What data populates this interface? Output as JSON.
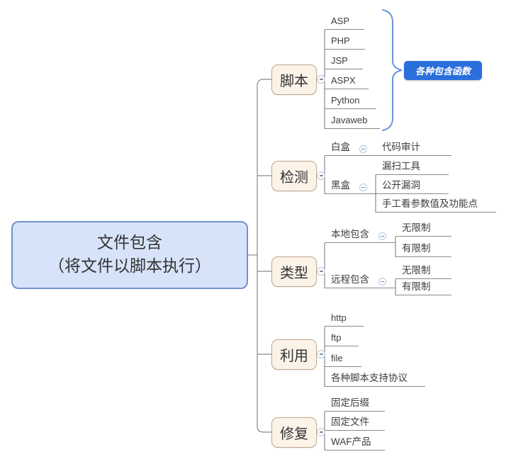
{
  "root": {
    "line1": "文件包含",
    "line2": "（将文件以脚本执行）"
  },
  "branches": [
    {
      "label": "脚本",
      "children": [
        "ASP",
        "PHP",
        "JSP",
        "ASPX",
        "Python",
        "Javaweb"
      ],
      "callout": "各种包含函数"
    },
    {
      "label": "检测",
      "groups": [
        {
          "label": "白盒",
          "children": [
            "代码审计"
          ]
        },
        {
          "label": "黑盒",
          "children": [
            "漏扫工具",
            "公开漏洞",
            "手工看参数值及功能点"
          ]
        }
      ]
    },
    {
      "label": "类型",
      "groups": [
        {
          "label": "本地包含",
          "children": [
            "无限制",
            "有限制"
          ]
        },
        {
          "label": "远程包含",
          "children": [
            "无限制",
            "有限制"
          ]
        }
      ]
    },
    {
      "label": "利用",
      "children": [
        "http",
        "ftp",
        "file",
        "各种脚本支持协议"
      ]
    },
    {
      "label": "修复",
      "children": [
        "固定后缀",
        "固定文件",
        "WAF产品"
      ]
    }
  ],
  "colors": {
    "root_fill": "#d6e3f8",
    "root_border": "#7193c8",
    "branch_fill": "#fcf3e8",
    "branch_border": "#bfa68c",
    "connector_line": "#8a8a8a",
    "callout_fill": "#2b6fdd",
    "callout_text": "#ffffff",
    "brace": "#6b96dd"
  }
}
